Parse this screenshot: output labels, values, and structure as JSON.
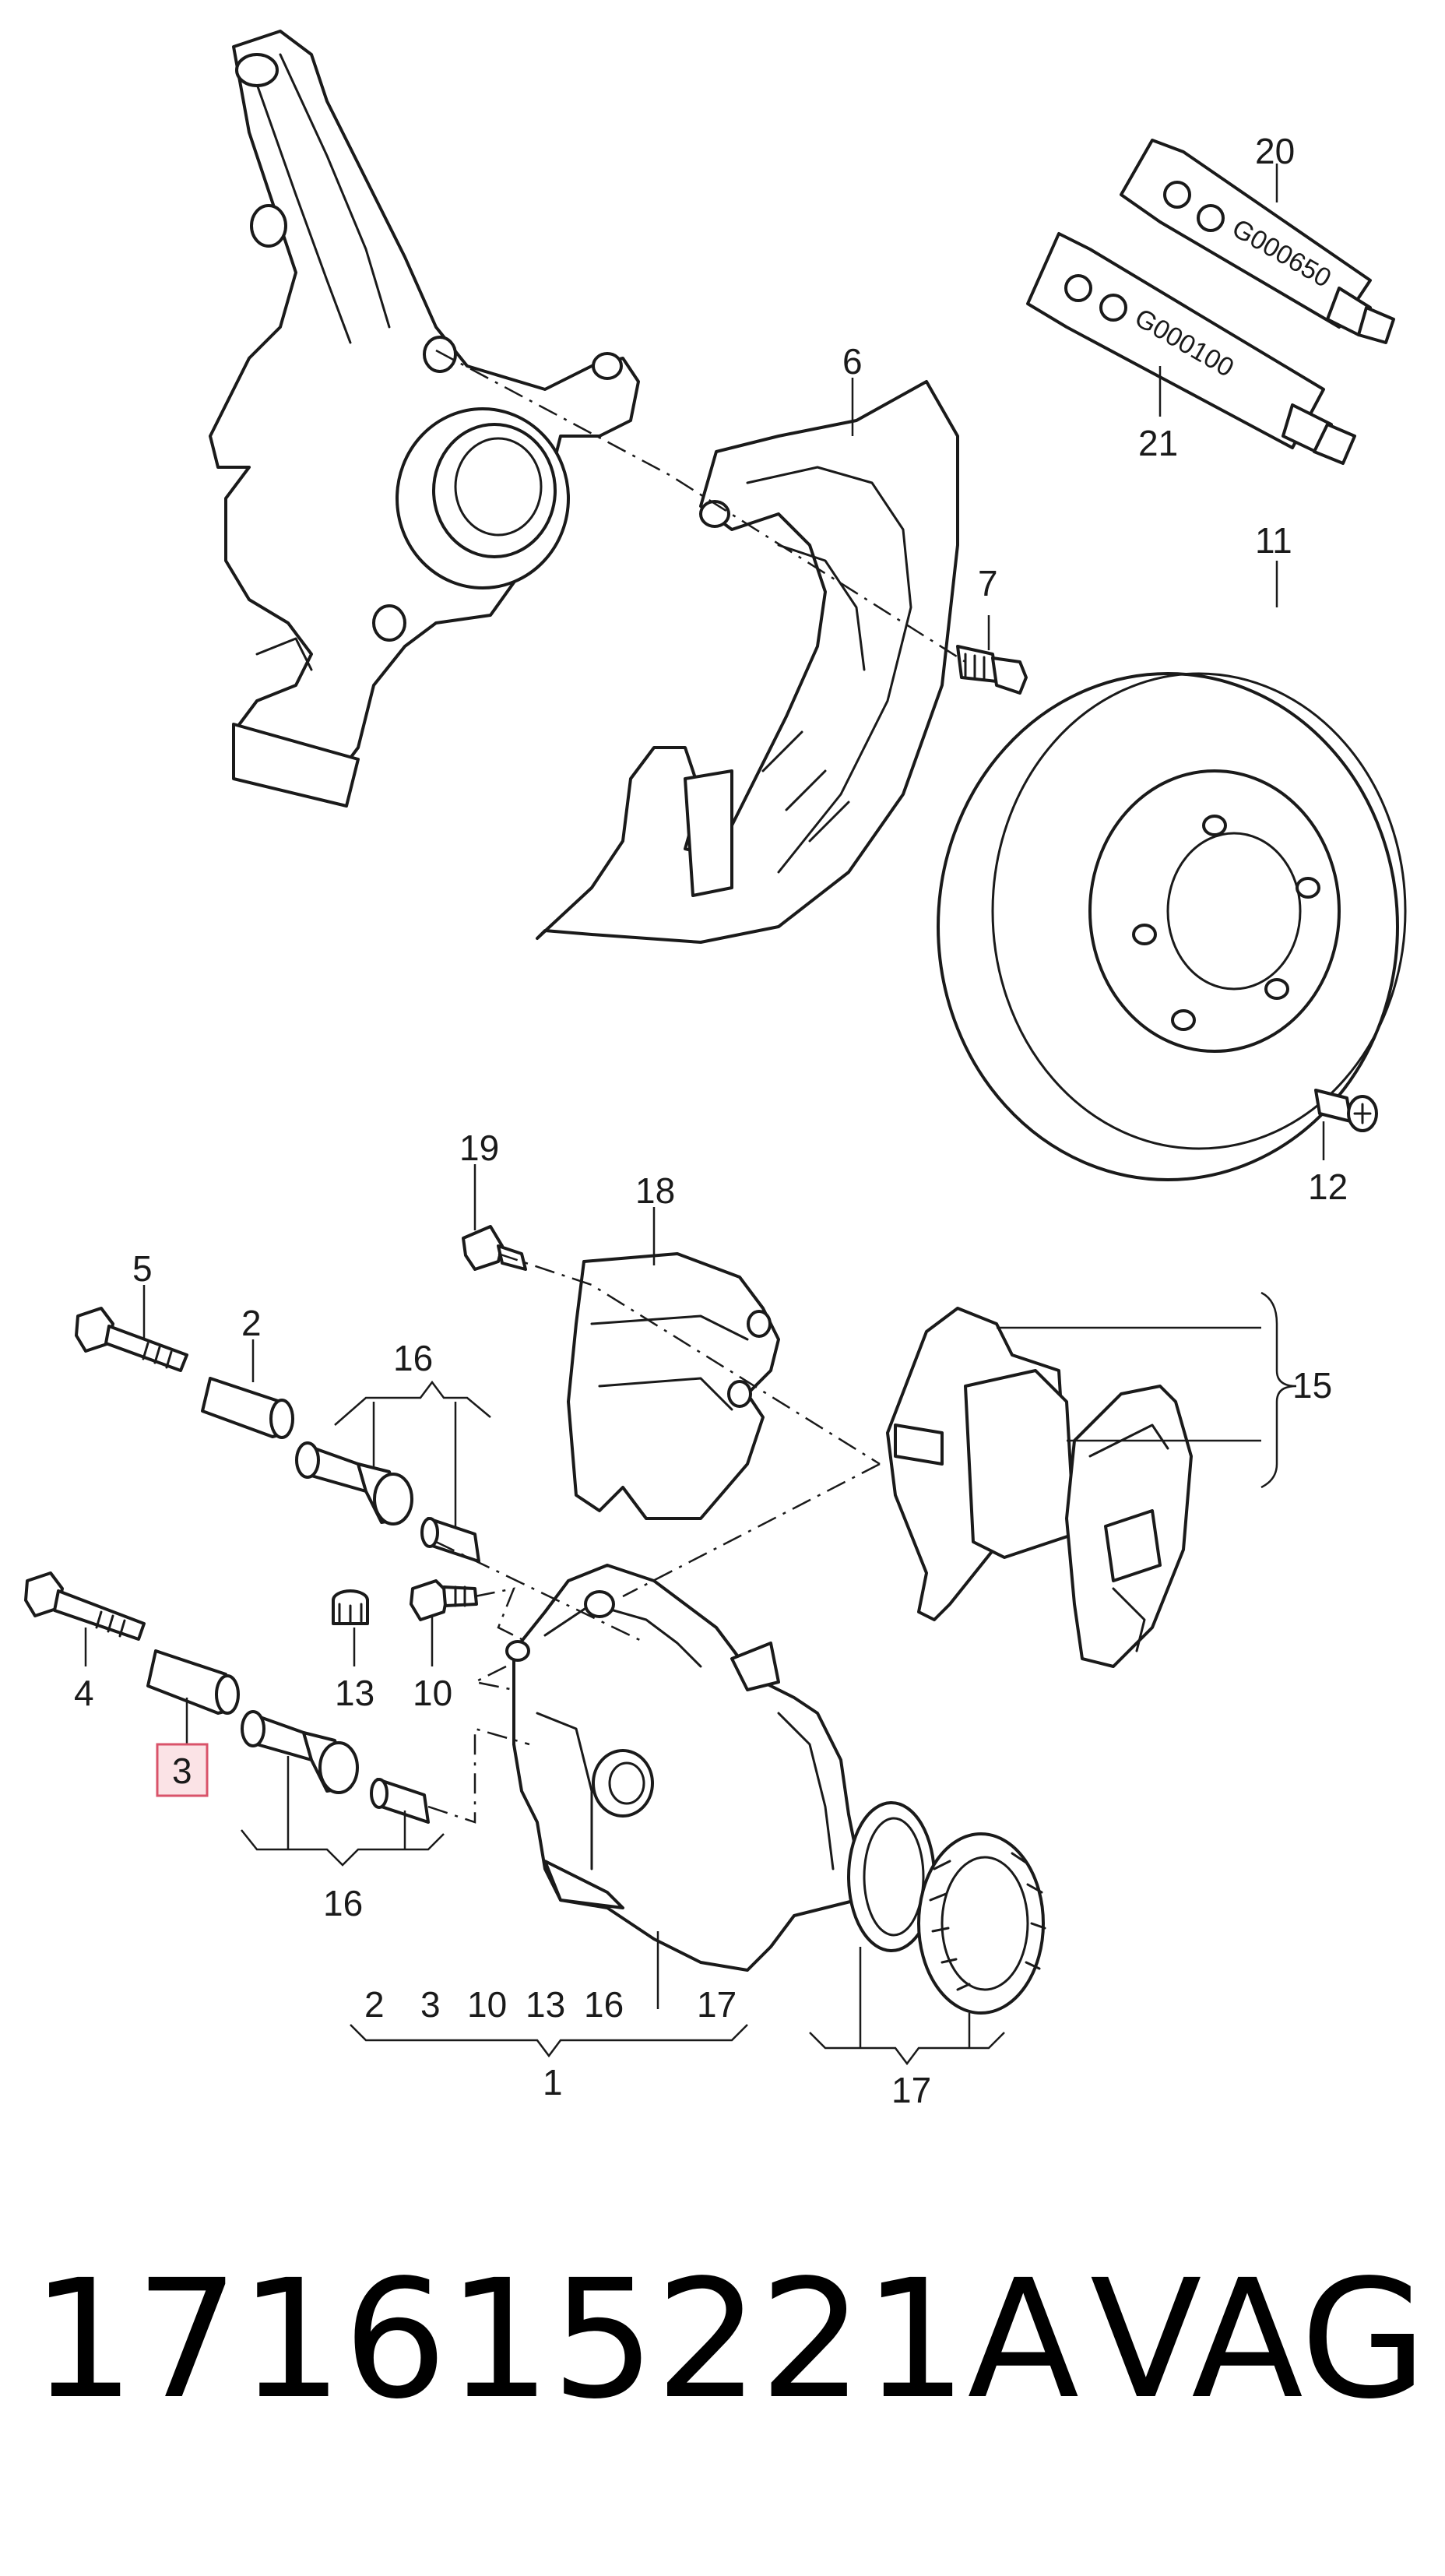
{
  "callouts": {
    "c1": "1",
    "c2_top": "2",
    "c3": "3",
    "c4": "4",
    "c5": "5",
    "c6": "6",
    "c7": "7",
    "c10a": "10",
    "c11": "11",
    "c12": "12",
    "c13": "13",
    "c15": "15",
    "c16_top": "16",
    "c16_bottom": "16",
    "c17_caliper": "17",
    "c17_seals": "17",
    "c18": "18",
    "c19": "19",
    "c20": "20",
    "c21": "21",
    "row_2": "2",
    "row_3": "3",
    "row_10": "10",
    "row_13": "13",
    "row_16": "16",
    "row_17": "17"
  },
  "tubes": {
    "tube20_code": "G000650",
    "tube21_code": "G000100"
  },
  "highlighted_callout": "3",
  "footer": {
    "part_number": "171615221A",
    "brand": "VAG"
  },
  "colors": {
    "highlight_fill": "#fbe3e6",
    "highlight_stroke": "#d9536a",
    "line": "#1a1a1a"
  }
}
